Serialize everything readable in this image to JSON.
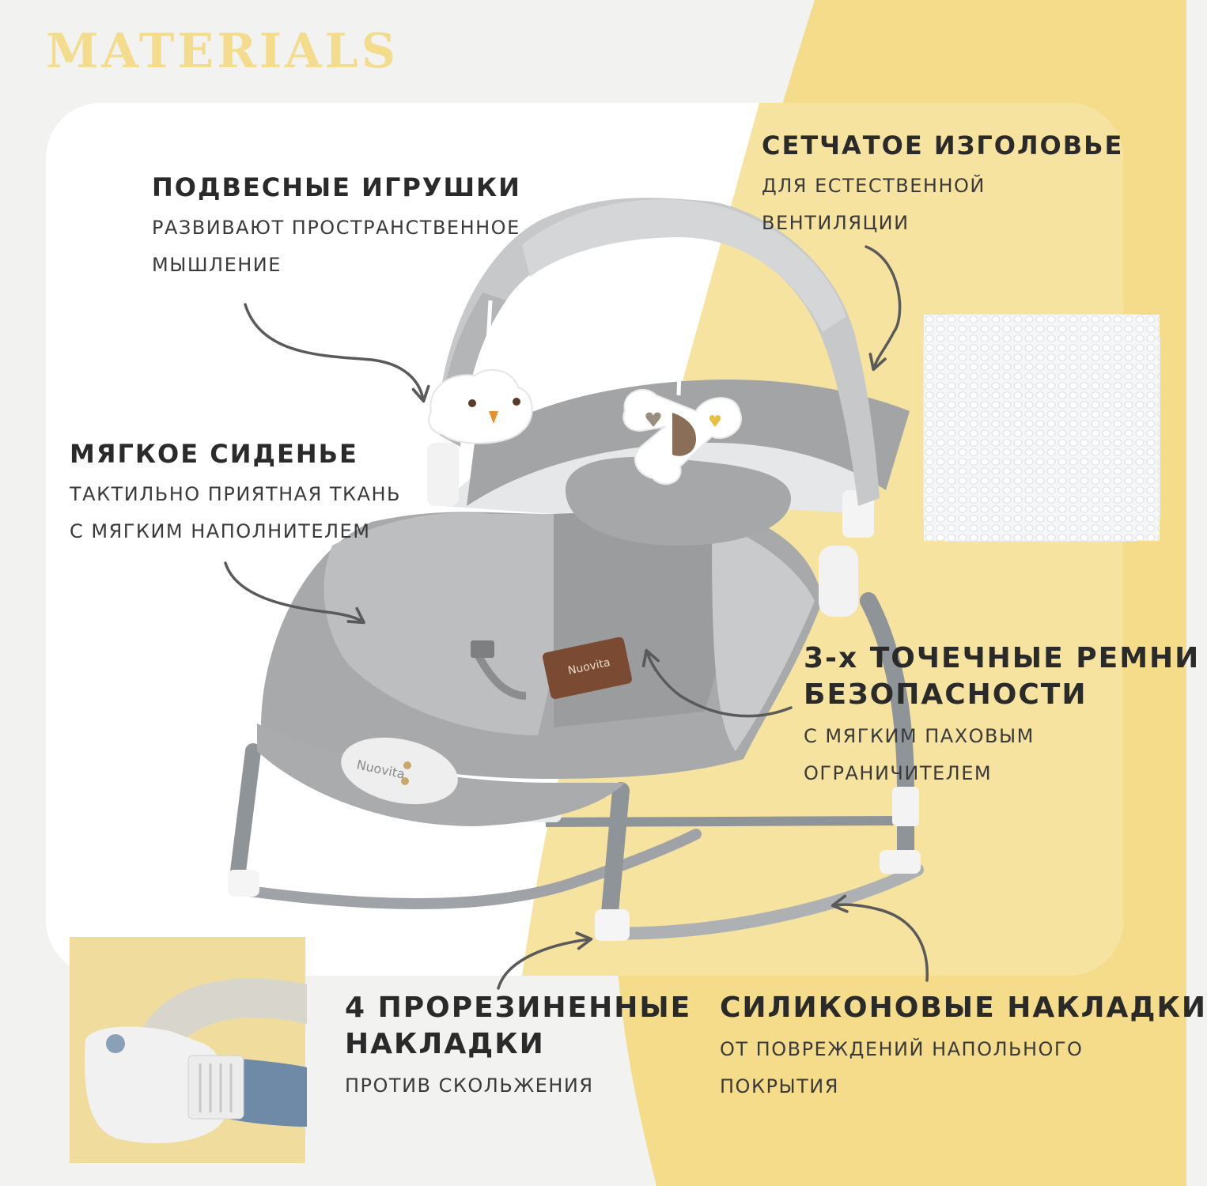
{
  "page_title": "MATERIALS",
  "colors": {
    "accent_yellow": "#f5dc8a",
    "title_yellow": "#f3dc8c",
    "card_white": "#ffffff",
    "frame_gray": "#8f9499",
    "fabric_gray": "#9ea0a2",
    "text_dark": "#2a2a2a"
  },
  "callouts": {
    "toys": {
      "title": "ПОДВЕСНЫЕ ИГРУШКИ",
      "desc_line1": "РАЗВИВАЮТ ПРОСТРАНСТВЕННОЕ",
      "desc_line2": "МЫШЛЕНИЕ"
    },
    "headrest": {
      "title": "СЕТЧАТОЕ ИЗГОЛОВЬЕ",
      "desc_line1": "ДЛЯ ЕСТЕСТВЕННОЙ",
      "desc_line2": "ВЕНТИЛЯЦИИ"
    },
    "seat": {
      "title": "МЯГКОЕ СИДЕНЬЕ",
      "desc_line1": "ТАКТИЛЬНО ПРИЯТНАЯ ТКАНЬ",
      "desc_line2": "С МЯГКИМ НАПОЛНИТЕЛЕМ"
    },
    "belts": {
      "title_line1": "3-х ТОЧЕЧНЫЕ РЕМНИ",
      "title_line2": "БЕЗОПАСНОСТИ",
      "desc_line1": "С МЯГКИМ ПАХОВЫМ",
      "desc_line2": "ОГРАНИЧИТЕЛЕМ"
    },
    "rubber": {
      "title_line1": "4 ПРОРЕЗИНЕННЫЕ",
      "title_line2": "НАКЛАДКИ",
      "desc_line1": "ПРОТИВ СКОЛЬЖЕНИЯ"
    },
    "silicone": {
      "title": "СИЛИКОНОВЫЕ НАКЛАДКИ",
      "desc_line1": "ОТ ПОВРЕЖДЕНИЙ НАПОЛЬНОГО",
      "desc_line2": "ПОКРЫТИЯ"
    }
  },
  "product": {
    "brand_label": "Nuovita",
    "tag_label": "Nuovita"
  },
  "icons": {
    "arrows": "curved-arrow-icon",
    "mesh": "mesh-texture",
    "pad": "rubber-pad"
  }
}
